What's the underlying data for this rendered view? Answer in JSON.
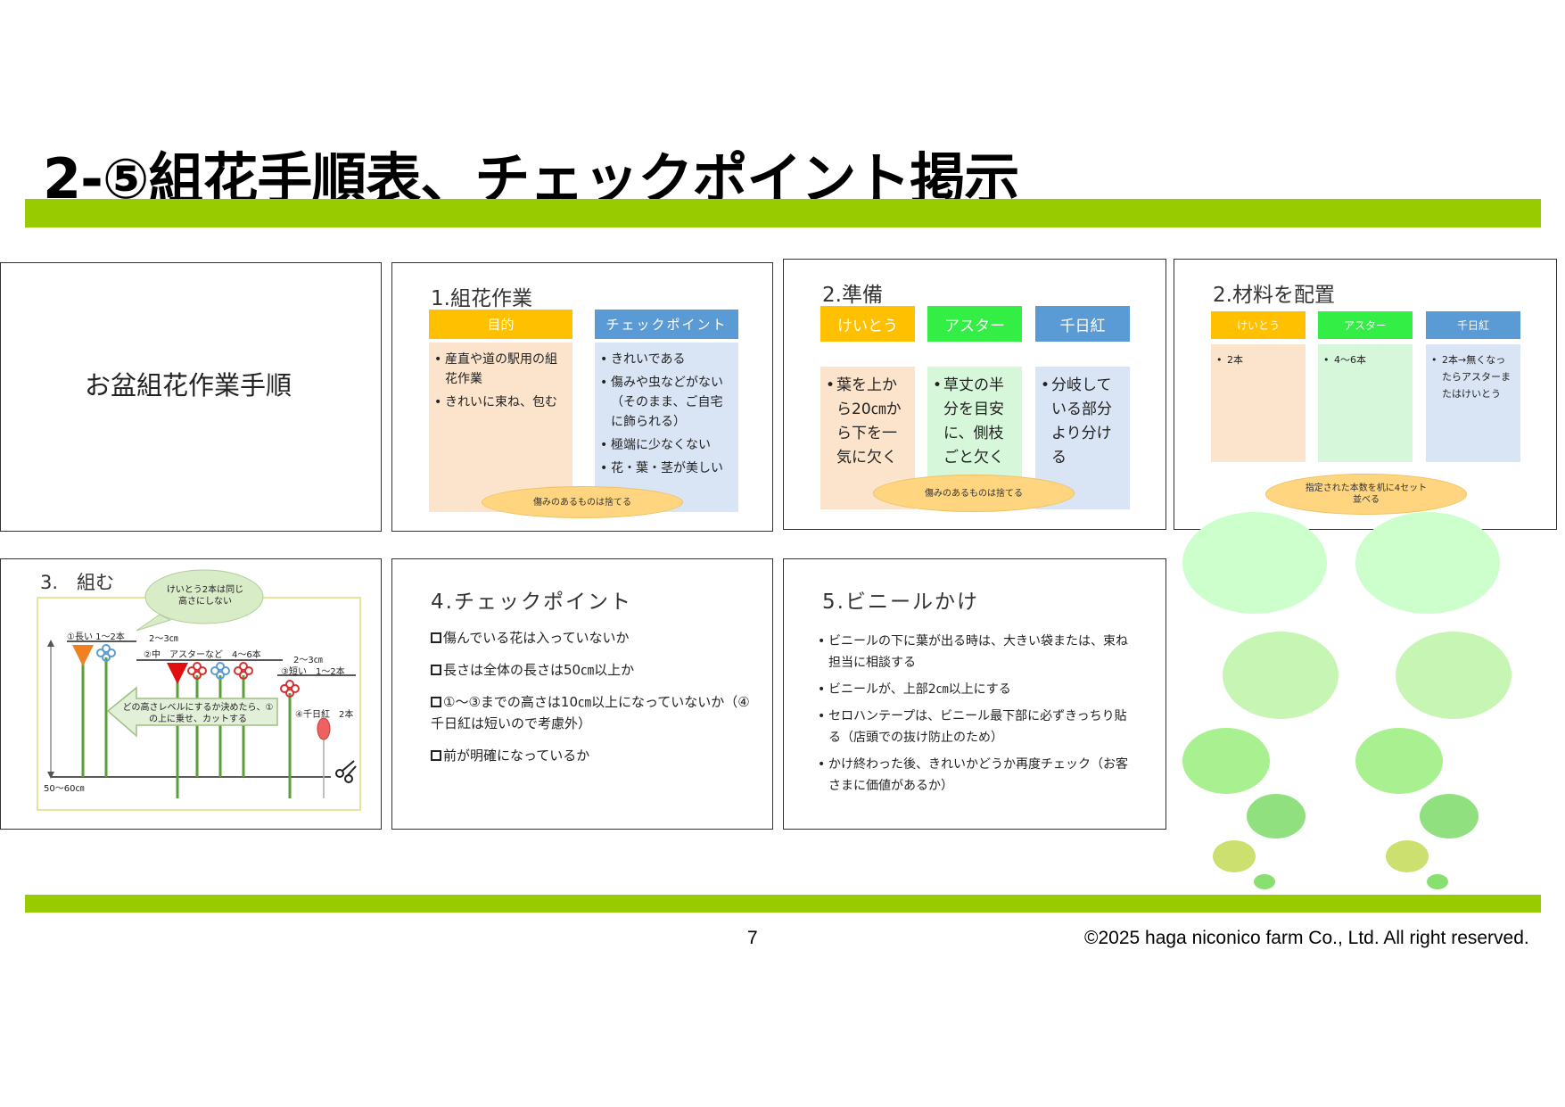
{
  "page": {
    "title": "2-⑤組花手順表、チェックポイント掲示",
    "page_number": "7",
    "copyright": "©2025 haga niconico farm  Co., Ltd. All right reserved."
  },
  "colors": {
    "accent_green": "#99cc00",
    "orange_header": "#ffc000",
    "blue_header": "#5b9bd5",
    "green_header": "#33ee44",
    "peach_body": "#fce4cc",
    "light_blue_body": "#d9e4f5",
    "light_green_body": "#d6f7d9",
    "ellipse_fill": "#ffd580"
  },
  "slide_cover": {
    "title": "お盆組花作業手順"
  },
  "slide1": {
    "title": "1.組花作業",
    "col1": {
      "header": "目的",
      "items": [
        "産直や道の駅用の組花作業",
        "きれいに束ね、包む"
      ]
    },
    "col2": {
      "header": "チェックポイント",
      "items": [
        "きれいである",
        "傷みや虫などがない（そのまま、ご自宅に飾られる）",
        "極端に少なくない",
        "花・葉・茎が美しい"
      ]
    },
    "note": "傷みのあるものは捨てる"
  },
  "slide2": {
    "title": "2.準備",
    "col1": {
      "header": "けいとう",
      "items": [
        "葉を上から20㎝から下を一気に欠く"
      ]
    },
    "col2": {
      "header": "アスター",
      "items": [
        "草丈の半分を目安に、側枝ごと欠く"
      ]
    },
    "col3": {
      "header": "千日紅",
      "items": [
        "分岐している部分より分ける"
      ]
    },
    "note": "傷みのあるものは捨てる"
  },
  "slide3": {
    "title": "2.材料を配置",
    "col1": {
      "header": "けいとう",
      "items": [
        "2本"
      ]
    },
    "col2": {
      "header": "アスター",
      "items": [
        "4～6本"
      ]
    },
    "col3": {
      "header": "千日紅",
      "items": [
        "2本→無くなったらアスターまたはけいとう"
      ]
    },
    "note": "指定された本数を机に4セット並べる"
  },
  "slide4": {
    "title": "3.　組む",
    "bubble": "けいとう2本は同じ高さにしない",
    "labels": {
      "long": "①長い 1～2本",
      "gap1": "2～3㎝",
      "mid": "②中　アスターなど　4～6本",
      "gap2": "2～3㎝",
      "short": "③短い　1～2本",
      "senbon": "④千日紅　2本",
      "arrow": "どの高さレベルにするか決めたら、①の上に乗せ、カットする",
      "length": "50～60㎝"
    }
  },
  "slide5": {
    "title": "4.チェックポイント",
    "items": [
      "傷んでいる花は入っていないか",
      "長さは全体の長さは50㎝以上か",
      "①～③までの高さは10㎝以上になっていないか（④千日紅は短いので考慮外）",
      "前が明確になっているか"
    ]
  },
  "slide6": {
    "title": "5.ビニールかけ",
    "items": [
      "ビニールの下に葉が出る時は、大きい袋または、束ね担当に相談する",
      "ビニールが、上部2㎝以上にする",
      "セロハンテープは、ビニール最下部に必ずきっちり貼る（店頭での抜け防止のため）",
      "かけ終わった後、きれいかどうか再度チェック（お客さまに価値があるか）"
    ]
  }
}
